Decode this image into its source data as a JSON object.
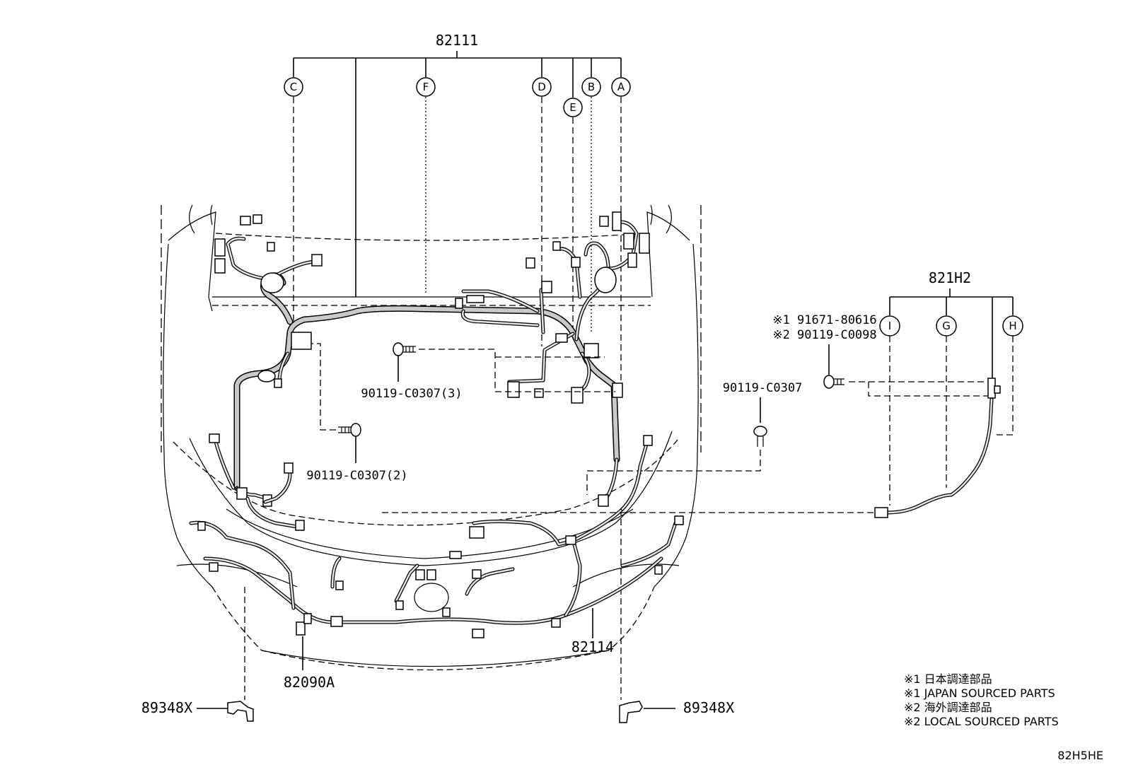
{
  "callouts": {
    "main_harness": "82111",
    "sub_harness": "821H2",
    "bolt_center": "90119-C0307(3)",
    "bolt_left": "90119-C0307(2)",
    "bolt_right": "90119-C0307",
    "bolt_alt_1": "※1 91671-80616",
    "bolt_alt_2": "※2 90119-C0098",
    "bumper_wire": "82114",
    "fog_wire": "82090A",
    "clamp_left": "89348X",
    "clamp_right": "89348X"
  },
  "reference_letters": [
    "C",
    "F",
    "D",
    "E",
    "B",
    "A",
    "I",
    "G",
    "H"
  ],
  "notes": [
    "※1 日本調達部品",
    "※1 JAPAN SOURCED PARTS",
    "※2 海外調達部品",
    "※2 LOCAL SOURCED PARTS"
  ],
  "illustration_code": "82H5HE"
}
